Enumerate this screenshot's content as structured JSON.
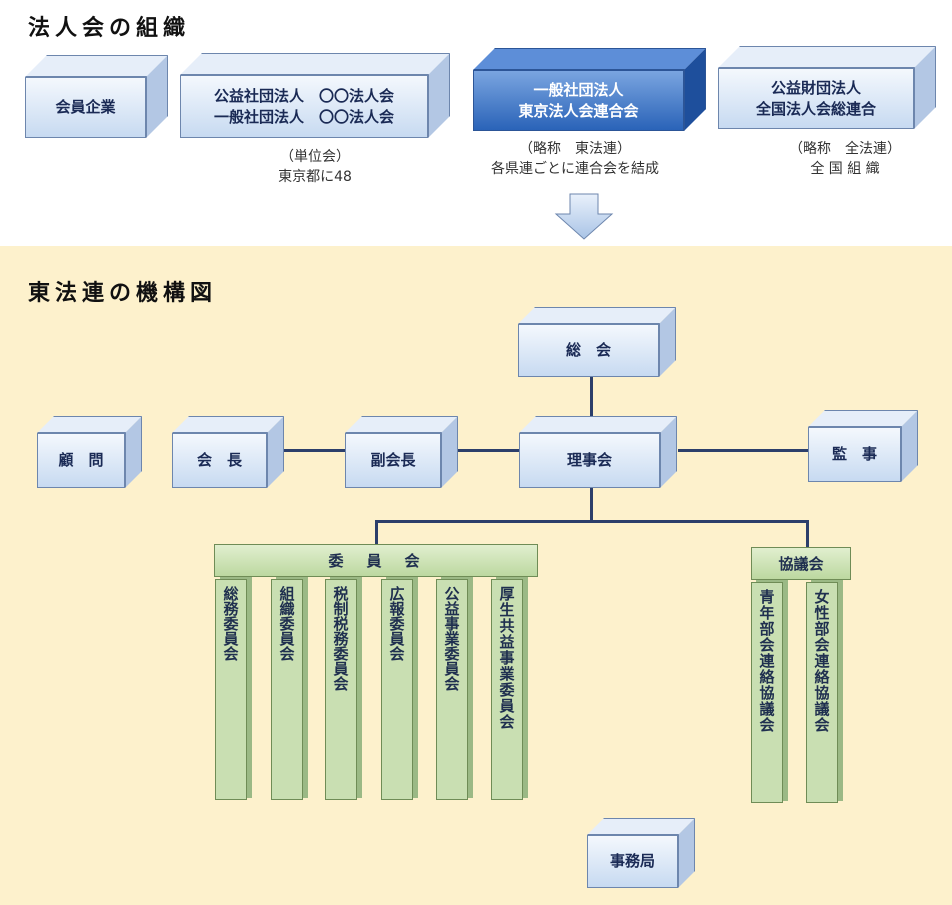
{
  "titles": {
    "top": "法人会の組織",
    "bottom": "東法連の機構図"
  },
  "org": {
    "member": "会員企業",
    "unit_line1": "公益社団法人　〇〇法人会",
    "unit_line2": "一般社団法人　〇〇法人会",
    "unit_note1": "（単位会）",
    "unit_note2": "東京都に48",
    "tokyo_line1": "一般社団法人",
    "tokyo_line2": "東京法人会連合会",
    "tokyo_note1": "（略称　東法連）",
    "tokyo_note2": "各県連ごとに連合会を結成",
    "national_line1": "公益財団法人",
    "national_line2": "全国法人会総連合",
    "national_note1": "（略称　全法連）",
    "national_note2": "全 国 組 織"
  },
  "structure": {
    "general_meeting": "総　会",
    "advisor": "顧　問",
    "chairman": "会　長",
    "vice_chairman": "副会長",
    "board": "理事会",
    "auditor": "監　事",
    "committees_label": "委　員　会",
    "committees": [
      "総務委員会",
      "組織委員会",
      "税制税務委員会",
      "広報委員会",
      "公益事業委員会",
      "厚生共益事業委員会"
    ],
    "councils_label": "協議会",
    "councils": [
      "青年部会連絡協議会",
      "女性部会連絡協議会"
    ],
    "secretariat": "事務局"
  },
  "colors": {
    "panel": "#fdf1cc",
    "box_light": "#c7daf1",
    "box_dark": "#2a63b8",
    "green": "#c9dfb2",
    "line": "#2c3f6b"
  }
}
